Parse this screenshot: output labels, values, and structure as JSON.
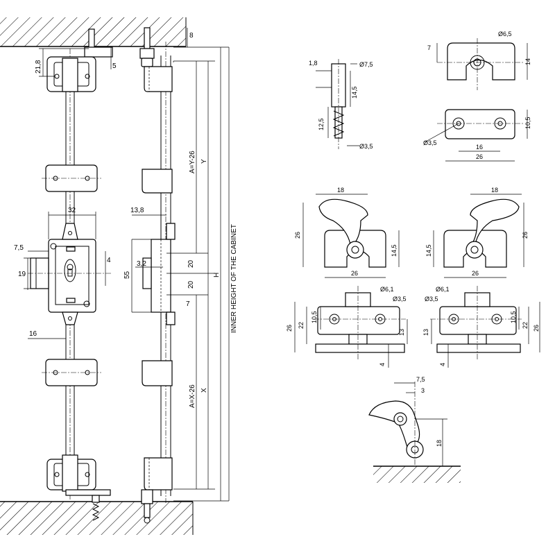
{
  "labels": {
    "inner_height": "INNER HEIGHT OF THE CABINET",
    "d_8": "8",
    "d_5": "5",
    "d_21_8": "21,8",
    "d_32": "32",
    "d_7_5": "7,5",
    "d_19": "19",
    "d_4": "4",
    "d_16": "16",
    "d_13_8": "13,8",
    "d_55": "55",
    "d_3_2": "3,2",
    "d_20a": "20",
    "d_20b": "20",
    "d_7": "7",
    "a_y_26": "A=Y-26",
    "a_x_26": "A=X-26",
    "y": "Y",
    "x": "X",
    "h": "H",
    "pin_1_8": "1,8",
    "pin_dia_7_5": "Ø7,5",
    "pin_14_5": "14,5",
    "pin_12_5": "12,5",
    "pin_dia_3_5": "Ø3,5",
    "guide_7": "7",
    "guide_dia_6_5": "Ø6,5",
    "guide_14": "14",
    "guide_10_5": "10,5",
    "guide_dia_3_5": "Ø3,5",
    "guide_16": "16",
    "guide_26": "26",
    "hook_l_18": "18",
    "hook_l_26h": "26",
    "hook_l_14_5": "14,5",
    "hook_l_26w": "26",
    "hook_r_18": "18",
    "hook_r_14_5": "14,5",
    "hook_r_26h": "26",
    "hook_r_26w": "26",
    "bl_dia_6_1": "Ø6,1",
    "bl_dia_3_5": "Ø3,5",
    "bl_26": "26",
    "bl_22": "22",
    "bl_10_5": "10,5",
    "bl_13": "13",
    "bl_4": "4",
    "br_dia_6_1": "Ø6,1",
    "br_dia_3_5": "Ø3,5",
    "br_13": "13",
    "br_10_5": "10,5",
    "br_22": "22",
    "br_26": "26",
    "br_4": "4",
    "lat_7_5": "7,5",
    "lat_3": "3",
    "lat_18": "18"
  },
  "colors": {
    "ink": "#000000",
    "paper": "#ffffff"
  }
}
